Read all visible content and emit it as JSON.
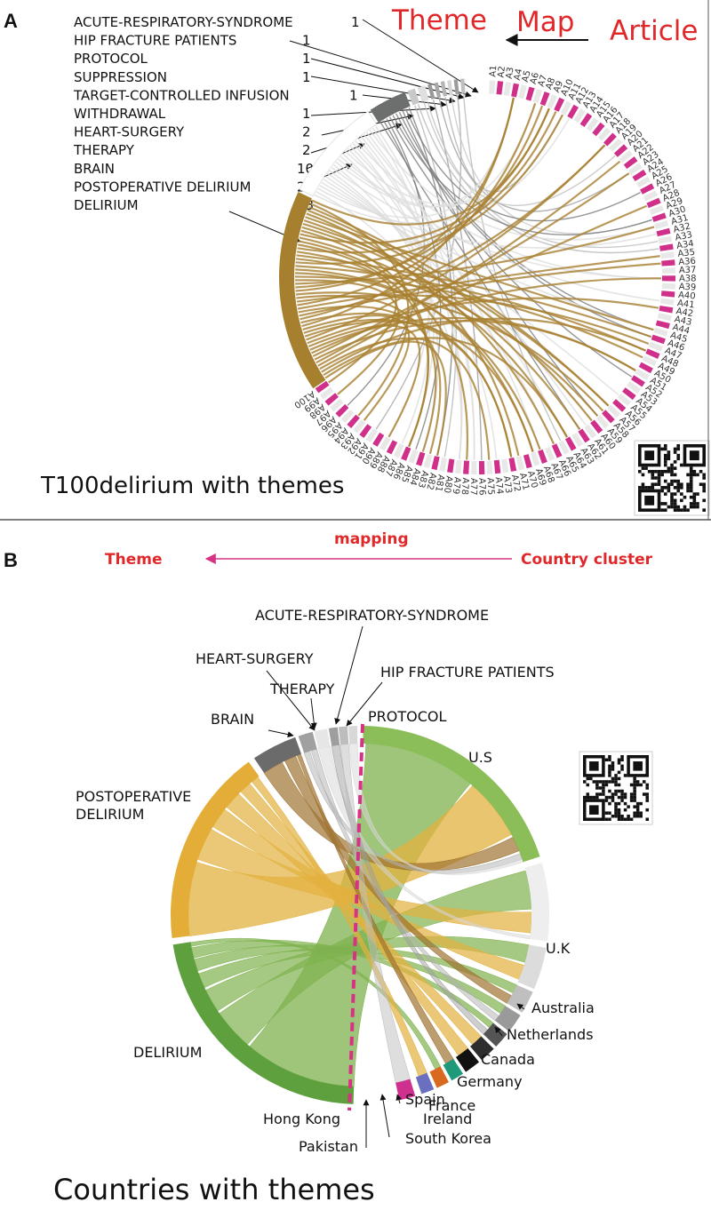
{
  "panel_a": {
    "letter": "A",
    "header_word_theme": "Theme",
    "header_word_map": "Map",
    "header_word_article": "Article",
    "caption": "T100delirium with themes",
    "themes": [
      {
        "name": "ACUTE-RESPIRATORY-SYNDROME",
        "count": "1"
      },
      {
        "name": "HIP FRACTURE PATIENTS",
        "count": "1"
      },
      {
        "name": "PROTOCOL",
        "count": "1"
      },
      {
        "name": "SUPPRESSION",
        "count": "1"
      },
      {
        "name": "TARGET-CONTROLLED INFUSION",
        "count": "1"
      },
      {
        "name": "WITHDRAWAL",
        "count": "1"
      },
      {
        "name": "HEART-SURGERY",
        "count": "2"
      },
      {
        "name": "THERAPY",
        "count": "2"
      },
      {
        "name": "BRAIN",
        "count": "10"
      },
      {
        "name": "POSTOPERATIVE DELIRIUM",
        "count": "27"
      },
      {
        "name": "DELIRIUM",
        "count": "53"
      }
    ],
    "article_count": 100,
    "article_prefix": "A"
  },
  "panel_b": {
    "letter": "B",
    "mapping_label": "mapping",
    "left_label": "Theme",
    "right_label": "Country cluster",
    "caption": "Countries with themes",
    "themes": [
      {
        "name": "ACUTE-RESPIRATORY-SYNDROME",
        "color": "#d8d8d8"
      },
      {
        "name": "HIP FRACTURE PATIENTS",
        "color": "#bdbdbd"
      },
      {
        "name": "PROTOCOL",
        "color": "#9e9e9e"
      },
      {
        "name": "THERAPY",
        "color": "#e6e6e6"
      },
      {
        "name": "HEART-SURGERY",
        "color": "#a0a0a0"
      },
      {
        "name": "BRAIN",
        "color": "#6b6b6b"
      },
      {
        "name": "POSTOPERATIVE DELIRIUM",
        "color": "#e3ad37"
      },
      {
        "name": "DELIRIUM",
        "color": "#5e9f3e"
      }
    ],
    "countries": [
      {
        "name": "U.S",
        "color": "#8bbd59"
      },
      {
        "name": "U.K",
        "color": "#eeeeee"
      },
      {
        "name": "Australia",
        "color": "#dcdcdc"
      },
      {
        "name": "Netherlands",
        "color": "#bfbfbf"
      },
      {
        "name": "Canada",
        "color": "#9a9a9a"
      },
      {
        "name": "Germany",
        "color": "#555555"
      },
      {
        "name": "France",
        "color": "#2e2e2e"
      },
      {
        "name": "Ireland",
        "color": "#111111"
      },
      {
        "name": "Spain",
        "color": "#1e9a7a"
      },
      {
        "name": "South Korea",
        "color": "#d8691f"
      },
      {
        "name": "Pakistan",
        "color": "#6a6fc0"
      },
      {
        "name": "Hong Kong",
        "color": "#cf2f8f"
      }
    ]
  }
}
